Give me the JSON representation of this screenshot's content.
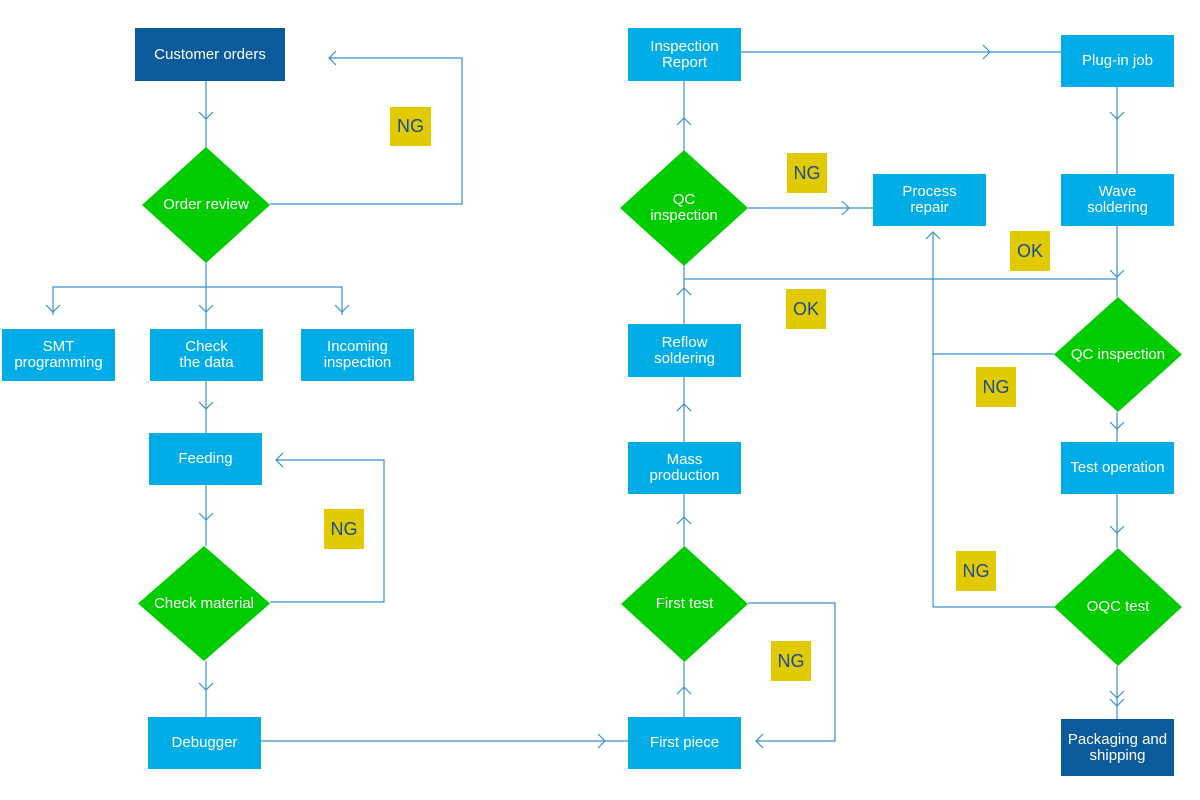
{
  "colors": {
    "process_box": "#00ade6",
    "terminal_box": "#0b5a9c",
    "decision": "#00cc00",
    "tag_bg": "#e2ca00",
    "tag_text": "#1a4c9a",
    "connector": "#3a8fce"
  },
  "nodes": {
    "customer_orders": "Customer orders",
    "order_review": "Order review",
    "smt_programming": "SMT\nprogramming",
    "check_data": "Check\nthe data",
    "incoming_inspection": "Incoming\ninspection",
    "feeding": "Feeding",
    "check_material": "Check material",
    "debugger": "Debugger",
    "first_piece": "First piece",
    "first_test": "First test",
    "mass_production": "Mass\nproduction",
    "reflow_soldering": "Reflow\nsoldering",
    "qc_inspection_1": "QC\ninspection",
    "inspection_report": "Inspection\nReport",
    "process_repair": "Process\nrepair",
    "plugin_job": "Plug-in job",
    "wave_soldering": "Wave\nsoldering",
    "qc_inspection_2": "QC inspection",
    "test_operation": "Test operation",
    "oqc_test": "OQC test",
    "packaging_shipping": "Packaging and\nshipping"
  },
  "tags": {
    "ng_order_review": "NG",
    "ng_check_material": "NG",
    "ng_first_test": "NG",
    "ng_qc_1": "NG",
    "ok_qc_1": "OK",
    "ok_wave": "OK",
    "ng_qc_2": "NG",
    "ng_oqc": "NG"
  }
}
